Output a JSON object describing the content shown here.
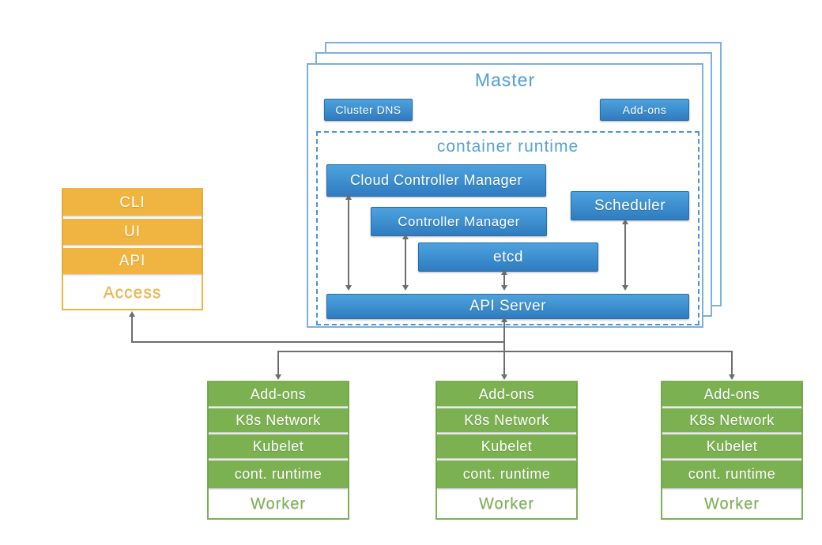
{
  "colors": {
    "blue_gradient_top": "#4DA2DE",
    "blue_gradient_bottom": "#2F7CC0",
    "blue_border_light": "#7FAFDC",
    "blue_dashed_border": "#4E94D4",
    "blue_title_text": "#55A1D8",
    "orange": "#EFB540",
    "green": "#7CB152",
    "connector_gray": "#6E6E6E"
  },
  "access": {
    "title": "Access",
    "items": [
      "CLI",
      "UI",
      "API"
    ]
  },
  "master": {
    "title": "Master",
    "buttons": {
      "cluster_dns": "Cluster DNS",
      "addons": "Add-ons"
    },
    "container_runtime": {
      "title": "container runtime",
      "cloud_controller_manager": "Cloud Controller Manager",
      "controller_manager": "Controller Manager",
      "scheduler": "Scheduler",
      "etcd": "etcd",
      "api_server": "API Server"
    }
  },
  "workers": [
    {
      "title": "Worker",
      "items": [
        "Add-ons",
        "K8s Network",
        "Kubelet",
        "cont. runtime"
      ]
    },
    {
      "title": "Worker",
      "items": [
        "Add-ons",
        "K8s Network",
        "Kubelet",
        "cont. runtime"
      ]
    },
    {
      "title": "Worker",
      "items": [
        "Add-ons",
        "K8s Network",
        "Kubelet",
        "cont. runtime"
      ]
    }
  ]
}
